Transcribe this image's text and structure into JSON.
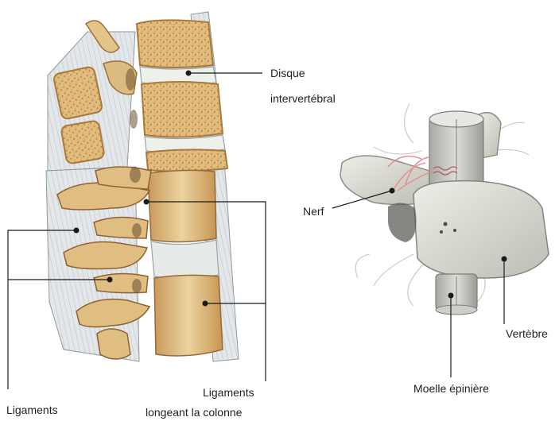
{
  "labels": {
    "disque_line1": "Disque",
    "disque_line2": "intervertébral",
    "ligaments_left": "Ligaments",
    "ligaments_right": "Ligaments",
    "longeant": "longeant la colonne",
    "nerf": "Nerf",
    "vertebre": "Vertèbre",
    "moelle": "Moelle épinière"
  },
  "colors": {
    "bone": "#e6c98f",
    "bone_dark": "#b8894a",
    "spongy": "#d9b074",
    "disc": "#eef0ec",
    "ligament": "#dfe3e5",
    "ligament_stripe": "#b9c2c8",
    "vertebra_gray": "#d8d8d2",
    "nerve": "#e88a8a",
    "leader": "#1a1a1a"
  }
}
